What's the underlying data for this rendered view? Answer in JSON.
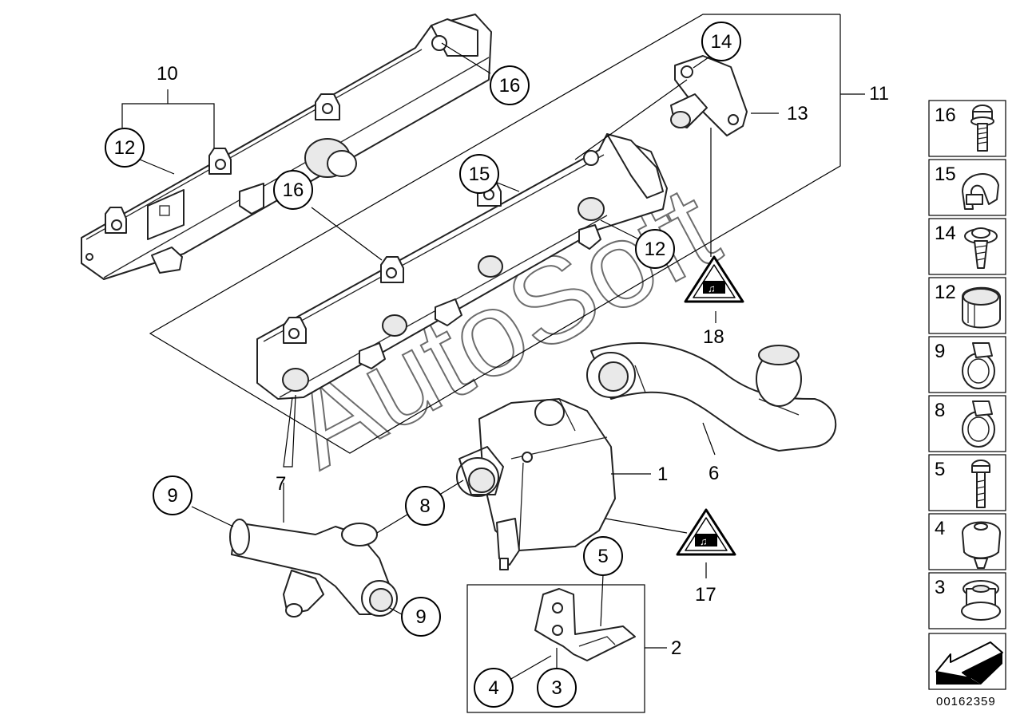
{
  "diagram": {
    "watermark": "AutoSoft",
    "reference_number": "00162359",
    "callouts": [
      {
        "id": "c10",
        "label": "10",
        "circled": false
      },
      {
        "id": "c12a",
        "label": "12",
        "circled": true
      },
      {
        "id": "c16a",
        "label": "16",
        "circled": true
      },
      {
        "id": "c14",
        "label": "14",
        "circled": true
      },
      {
        "id": "c13",
        "label": "13",
        "circled": false
      },
      {
        "id": "c11",
        "label": "11",
        "circled": false
      },
      {
        "id": "c15",
        "label": "15",
        "circled": true
      },
      {
        "id": "c16b",
        "label": "16",
        "circled": true
      },
      {
        "id": "c12b",
        "label": "12",
        "circled": true
      },
      {
        "id": "c18",
        "label": "18",
        "circled": false
      },
      {
        "id": "c7",
        "label": "7",
        "circled": false
      },
      {
        "id": "c6",
        "label": "6",
        "circled": false
      },
      {
        "id": "c1",
        "label": "1",
        "circled": false
      },
      {
        "id": "c9a",
        "label": "9",
        "circled": true
      },
      {
        "id": "c8",
        "label": "8",
        "circled": true
      },
      {
        "id": "c5",
        "label": "5",
        "circled": true
      },
      {
        "id": "c17",
        "label": "17",
        "circled": false
      },
      {
        "id": "c9b",
        "label": "9",
        "circled": true
      },
      {
        "id": "c2",
        "label": "2",
        "circled": false
      },
      {
        "id": "c4",
        "label": "4",
        "circled": true
      },
      {
        "id": "c3",
        "label": "3",
        "circled": true
      }
    ],
    "side_panel": [
      {
        "label": "16",
        "icon": "bolt-flange-icon"
      },
      {
        "label": "15",
        "icon": "clip-icon"
      },
      {
        "label": "14",
        "icon": "screw-washer-icon"
      },
      {
        "label": "12",
        "icon": "plug-cap-icon"
      },
      {
        "label": "9",
        "icon": "hose-clamp-icon"
      },
      {
        "label": "8",
        "icon": "hose-clamp-icon"
      },
      {
        "label": "5",
        "icon": "bolt-icon"
      },
      {
        "label": "4",
        "icon": "rubber-buffer-icon"
      },
      {
        "label": "3",
        "icon": "grommet-icon"
      }
    ],
    "arrow_icon": "direction-arrow-icon"
  }
}
